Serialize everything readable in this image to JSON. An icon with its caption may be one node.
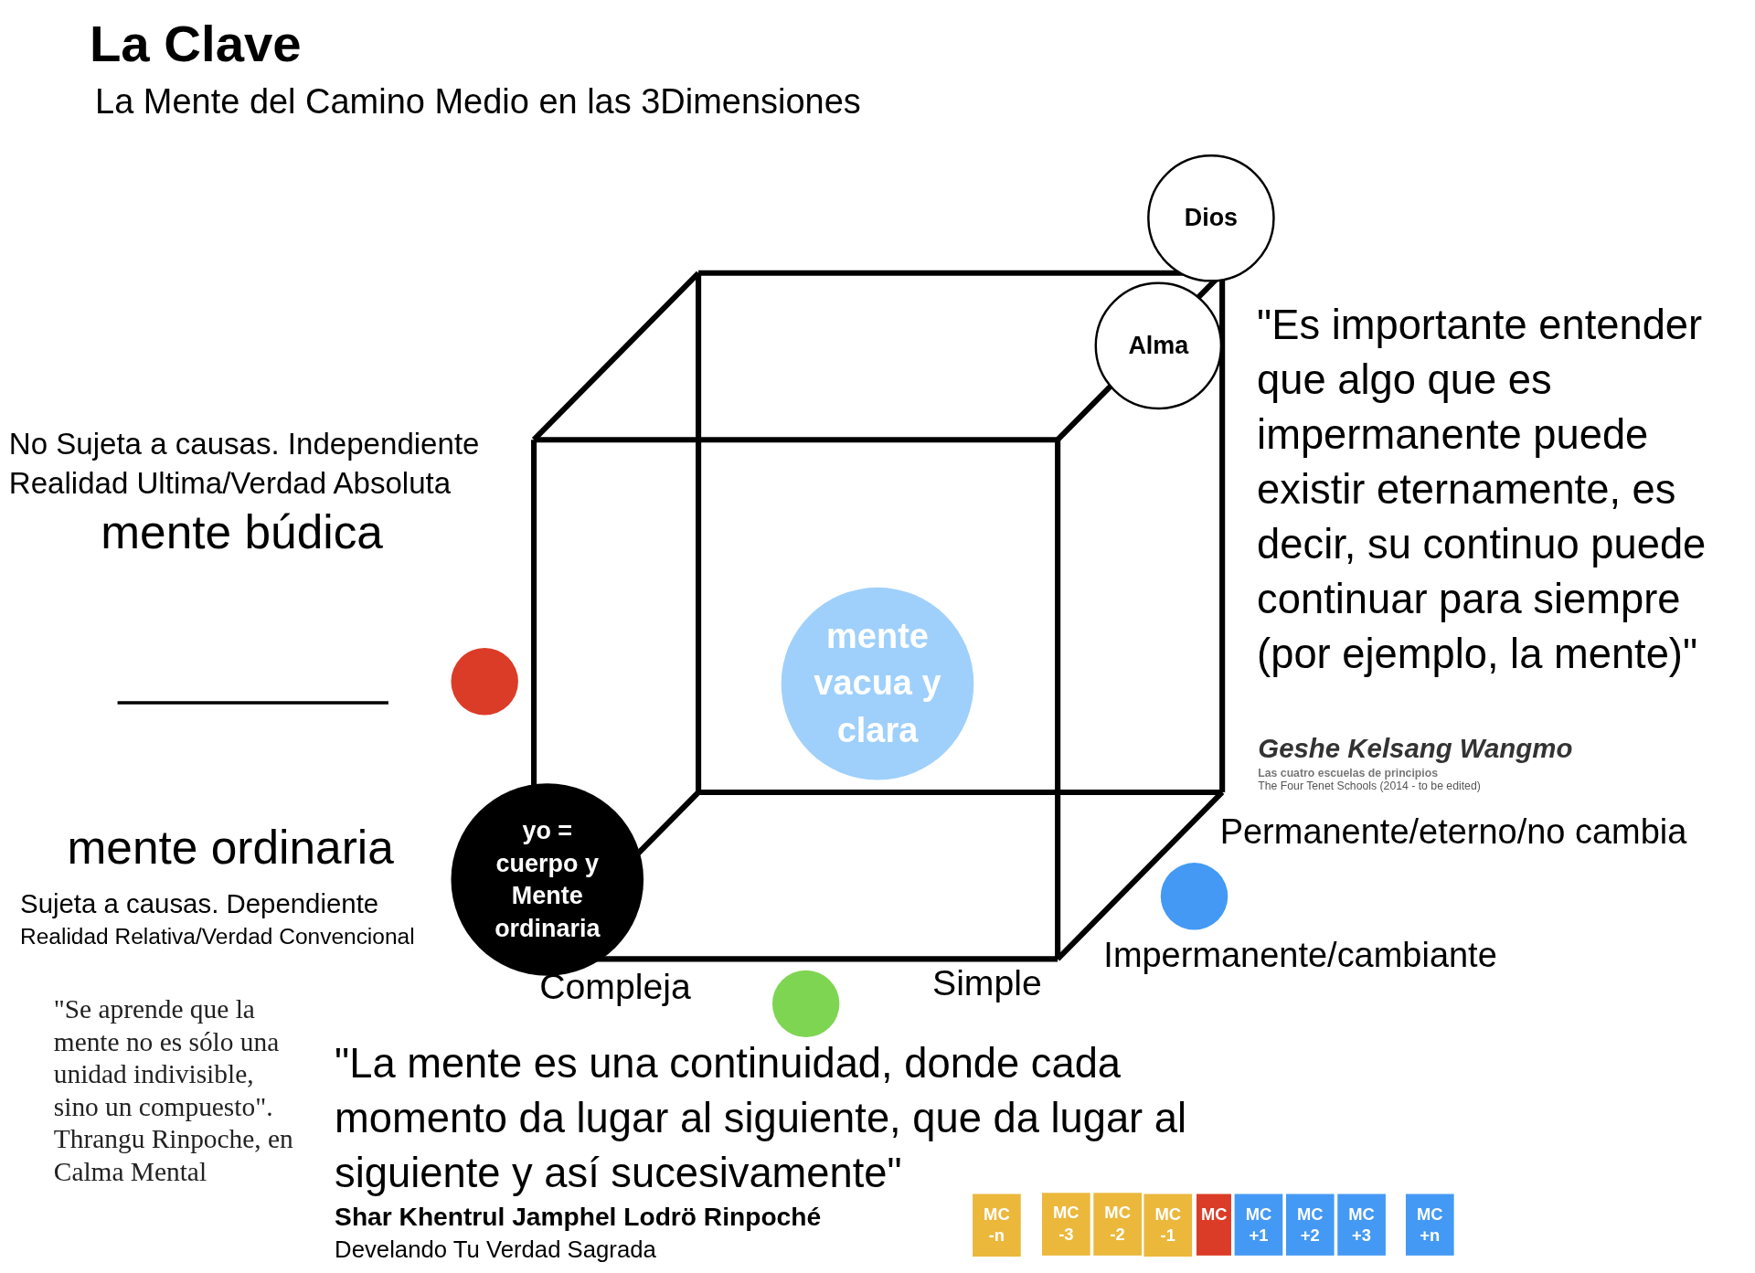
{
  "diagram": {
    "title": "La Clave",
    "nodes": [
      {
        "text": [
          "Dios"
        ]
      },
      {
        "text": [
          "Alma"
        ]
      },
      {
        "text": [],
        "shape": "circle"
      },
      {
        "text": [
          "mente vacua y clara"
        ]
      },
      {
        "text": [
          "yo = cuerpo y Mente ordinaria"
        ]
      },
      {
        "text": [],
        "shape": "circle"
      },
      {
        "text": [],
        "shape": "circle"
      },
      {
        "text": [
          "MC -n"
        ]
      },
      {
        "text": [
          "MC -3"
        ]
      },
      {
        "text": [
          "MC -2"
        ]
      },
      {
        "text": [
          "MC -1"
        ]
      },
      {
        "text": [
          "MC"
        ]
      },
      {
        "text": [
          "MC +1"
        ]
      },
      {
        "text": [
          "MC +2"
        ]
      },
      {
        "text": [
          "MC +3"
        ]
      },
      {
        "text": [
          "MC +n"
        ]
      }
    ],
    "labels": [
      "La Mente del Camino Medio en las 3Dimensiones",
      "No Sujeta a causas. Independiente",
      "Realidad Ultima/Verdad Absoluta",
      "mente búdica",
      "\"Es importante entender que algo que es impermanente puede existir eternamente, es decir, su continuo puede continuar para siempre (por ejemplo, la mente)\"",
      "Geshe Kelsang Wangmo",
      "Las cuatro escuelas de principios",
      "The Four Tenet Schools (2014 - to be edited)",
      "Permanente/eterno/no cambia",
      "mente ordinaria",
      "Sujeta a causas. Dependiente",
      "Realidad Relativa/Verdad Convencional",
      "Impermanente/cambiante",
      "Compleja",
      "Simple",
      "\"Se aprende que la mente no es sólo una unidad indivisible, sino un compuesto\". Thrangu Rinpoche, en Calma Mental",
      "\"La mente es una continuidad, donde cada momento da lugar al siguiente, que da lugar al siguiente y así sucesivamente\"",
      "Shar Khentrul Jamphel Lodrö Rinpoché",
      "Develando Tu Verdad Sagrada"
    ]
  }
}
